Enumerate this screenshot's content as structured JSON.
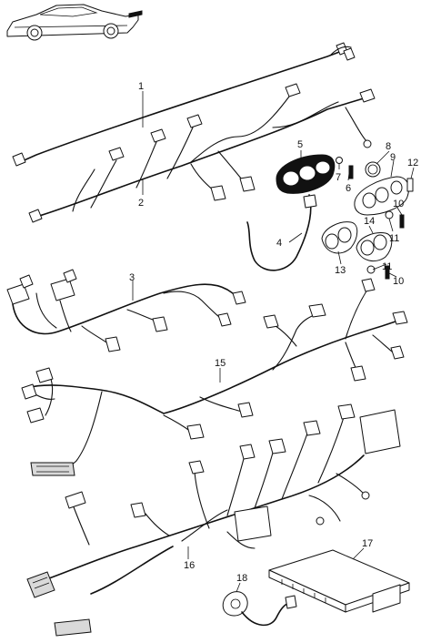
{
  "diagram": {
    "background": "#ffffff",
    "ink": "#111111",
    "callouts": [
      {
        "id": "1",
        "label": "1"
      },
      {
        "id": "2",
        "label": "2"
      },
      {
        "id": "3",
        "label": "3"
      },
      {
        "id": "4",
        "label": "4"
      },
      {
        "id": "5",
        "label": "5"
      },
      {
        "id": "6",
        "label": "6"
      },
      {
        "id": "7",
        "label": "7"
      },
      {
        "id": "8",
        "label": "8"
      },
      {
        "id": "9",
        "label": "9"
      },
      {
        "id": "10a",
        "label": "10"
      },
      {
        "id": "10b",
        "label": "10"
      },
      {
        "id": "11a",
        "label": "11"
      },
      {
        "id": "11b",
        "label": "11"
      },
      {
        "id": "12",
        "label": "12"
      },
      {
        "id": "13",
        "label": "13"
      },
      {
        "id": "14",
        "label": "14"
      },
      {
        "id": "15",
        "label": "15"
      },
      {
        "id": "16",
        "label": "16"
      },
      {
        "id": "17",
        "label": "17"
      },
      {
        "id": "18",
        "label": "18"
      }
    ]
  }
}
